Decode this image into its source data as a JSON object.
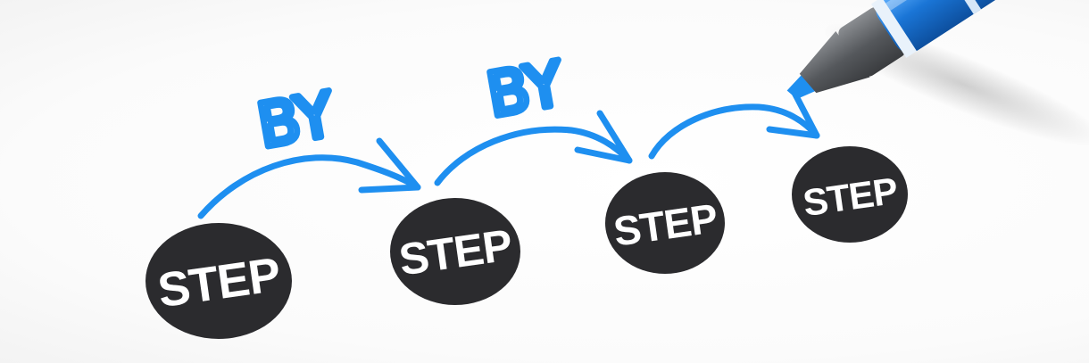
{
  "words": {
    "step_1": "STEP",
    "by_1": "BY",
    "step_2": "STEP",
    "by_2": "BY",
    "step_3": "STEP",
    "step_4": "STEP"
  },
  "colors": {
    "accent_blue": "#1e8ff0",
    "circle_dark": "#2b2b2e",
    "pen_body": "#1a75d6",
    "pen_grey": "#55585c"
  },
  "icons": {
    "pen": "marker-pen-icon",
    "arrow": "curved-arrow-icon"
  }
}
